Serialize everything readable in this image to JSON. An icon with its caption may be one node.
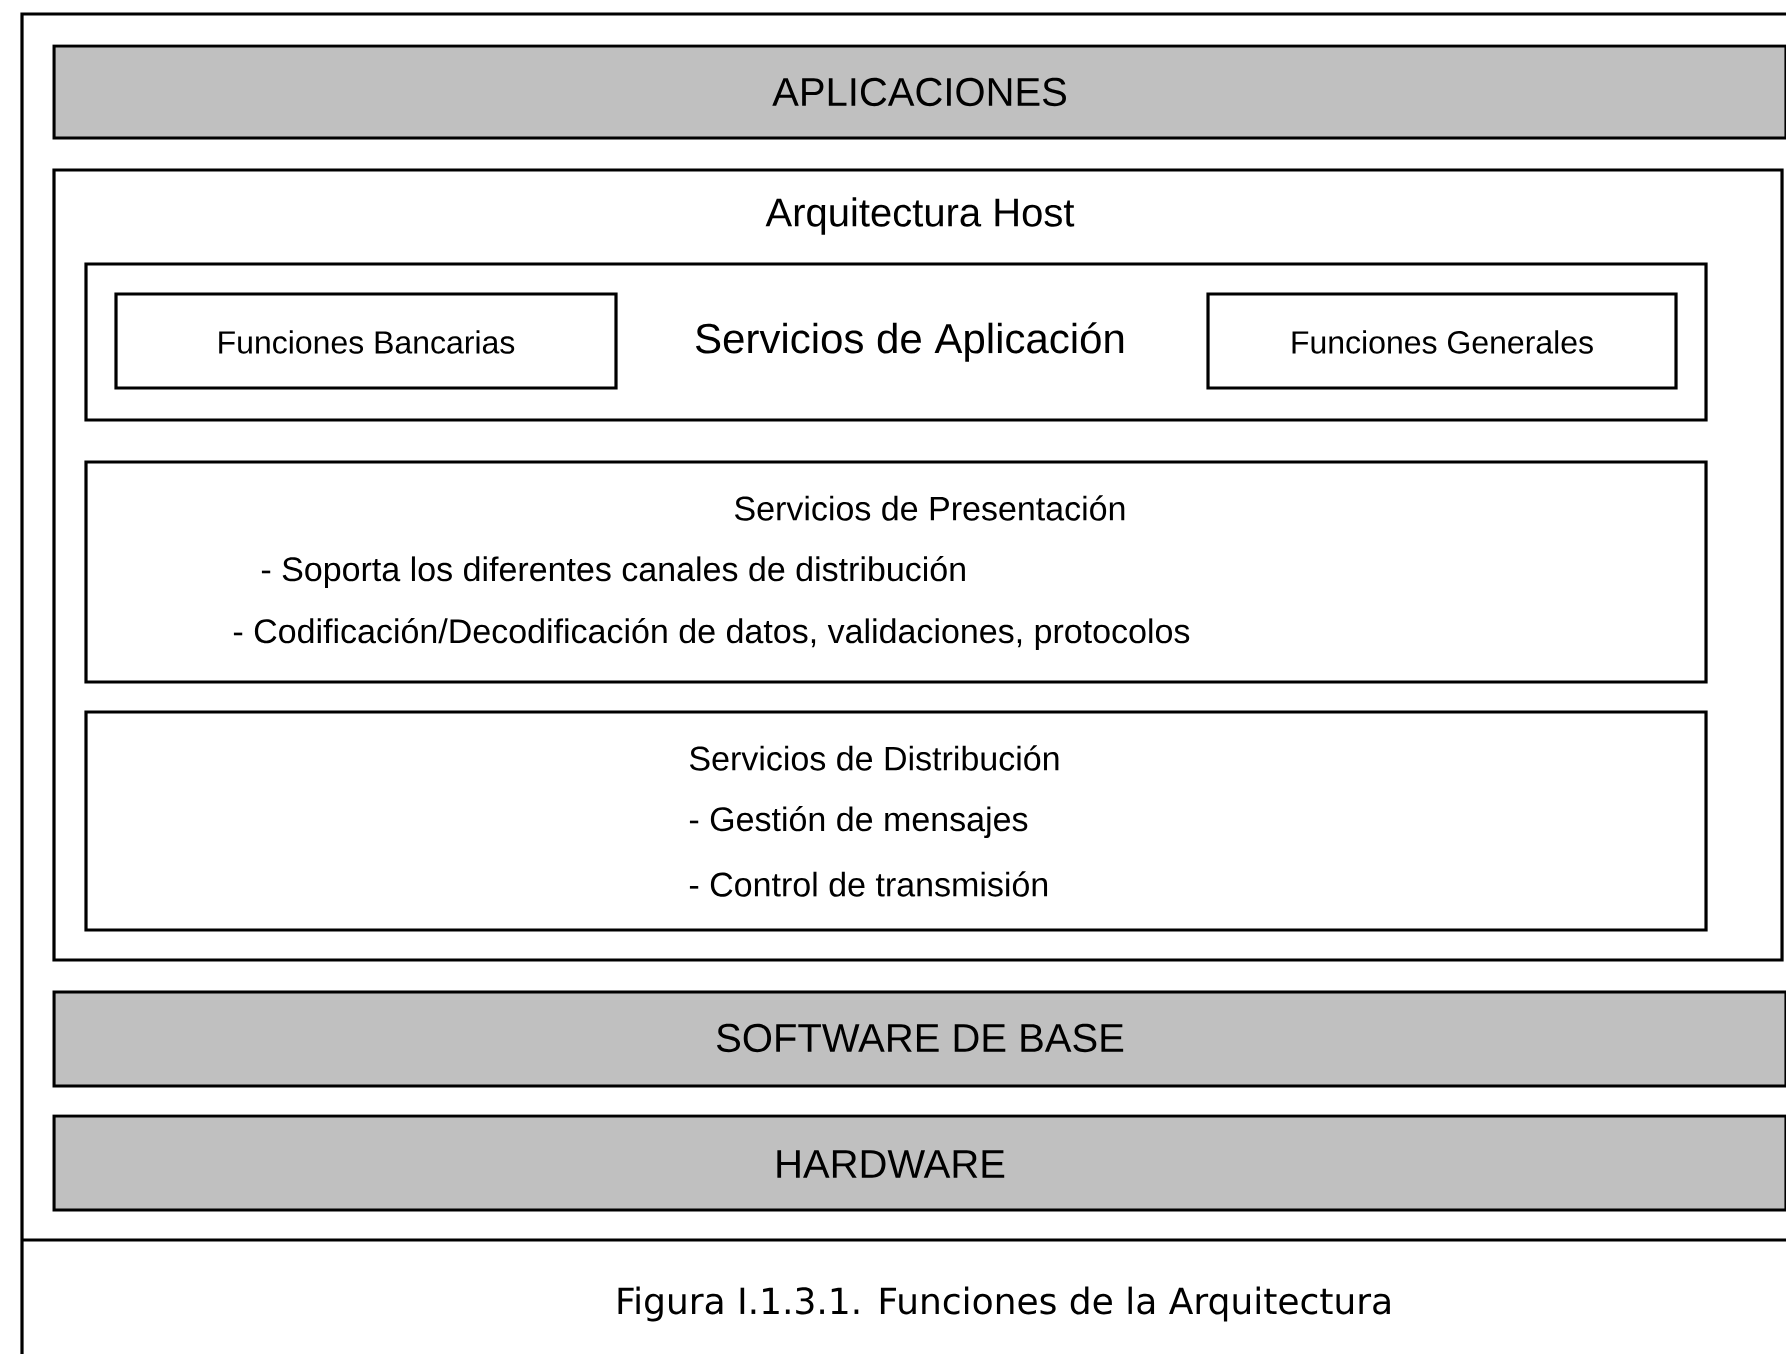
{
  "diagram": {
    "caption": "Figura I.1.3.1. Funciones de la Arquitectura",
    "nodes": [
      {
        "text": [
          "APLICACIONES"
        ]
      },
      {
        "text": [
          "Arquitectura Host"
        ]
      },
      {
        "text": [
          "Servicios de Aplicación"
        ],
        "in": 1
      },
      {
        "text": [
          "Funciones Bancarias"
        ],
        "in": 2
      },
      {
        "text": [
          "Funciones Generales"
        ],
        "in": 2
      },
      {
        "text": [
          "Servicios de Presentación",
          "- Soporta los diferentes canales de distribución",
          "- Codificación/Decodificación de datos, validaciones, protocolos"
        ],
        "in": 1
      },
      {
        "text": [
          "Servicios de Distribución",
          "- Gestión de mensajes",
          "- Control de transmisión"
        ],
        "in": 1
      },
      {
        "text": [
          "SOFTWARE DE BASE"
        ]
      },
      {
        "text": [
          "HARDWARE"
        ]
      }
    ]
  }
}
